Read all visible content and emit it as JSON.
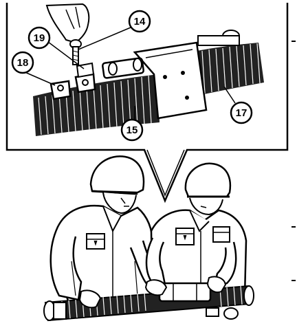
{
  "figure": {
    "callouts": [
      {
        "id": "c14",
        "label": "14"
      },
      {
        "id": "c19",
        "label": "19"
      },
      {
        "id": "c18",
        "label": "18"
      },
      {
        "id": "c17",
        "label": "17"
      },
      {
        "id": "c15",
        "label": "15"
      }
    ],
    "ink_color": "#000000",
    "paper_color": "#ffffff"
  }
}
